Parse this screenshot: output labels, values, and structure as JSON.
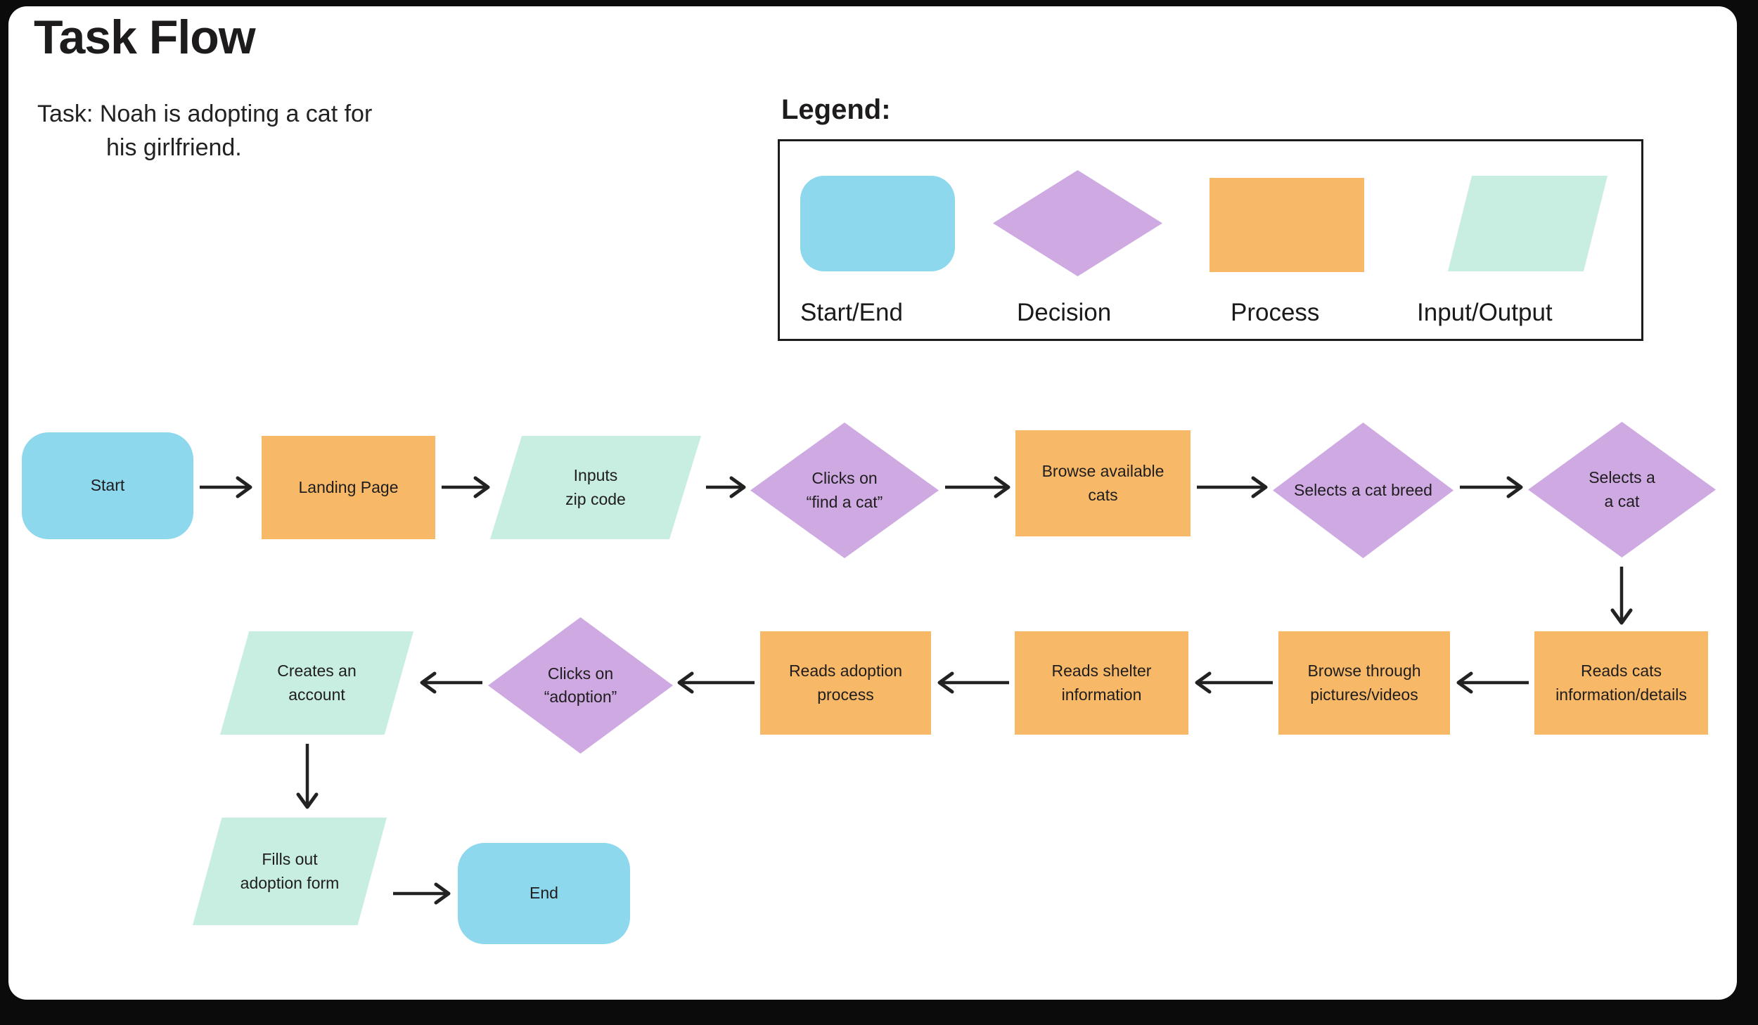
{
  "header": {
    "title": "Task Flow",
    "task_label": "Task:",
    "task_line1": "Noah is adopting a cat for",
    "task_line2": "his girlfriend."
  },
  "legend": {
    "title": "Legend:",
    "items": [
      {
        "shape": "rounded-rectangle",
        "label": "Start/End"
      },
      {
        "shape": "diamond",
        "label": "Decision"
      },
      {
        "shape": "rectangle",
        "label": "Process"
      },
      {
        "shape": "parallelogram",
        "label": "Input/Output"
      }
    ]
  },
  "flow": {
    "nodes": [
      {
        "id": "start",
        "type": "startEnd",
        "label": "Start"
      },
      {
        "id": "landing-page",
        "type": "process",
        "label": "Landing Page"
      },
      {
        "id": "inputs-zip-code",
        "type": "inputOutput",
        "label": "Inputs\nzip code"
      },
      {
        "id": "clicks-find-a-cat",
        "type": "decision",
        "label": "Clicks on\n“find a cat”"
      },
      {
        "id": "browse-available-cats",
        "type": "process",
        "label": "Browse available\ncats"
      },
      {
        "id": "selects-a-cat-breed",
        "type": "decision",
        "label": "Selects a cat breed"
      },
      {
        "id": "selects-a-cat",
        "type": "decision",
        "label": "Selects a\na cat"
      },
      {
        "id": "reads-cats-information",
        "type": "process",
        "label": "Reads cats\ninformation/details"
      },
      {
        "id": "browse-pictures-videos",
        "type": "process",
        "label": "Browse through\npictures/videos"
      },
      {
        "id": "reads-shelter-information",
        "type": "process",
        "label": "Reads shelter\ninformation"
      },
      {
        "id": "reads-adoption-process",
        "type": "process",
        "label": "Reads adoption\nprocess"
      },
      {
        "id": "clicks-adoption",
        "type": "decision",
        "label": "Clicks on\n“adoption”"
      },
      {
        "id": "creates-an-account",
        "type": "inputOutput",
        "label": "Creates an\naccount"
      },
      {
        "id": "fills-out-adoption-form",
        "type": "inputOutput",
        "label": "Fills out\nadoption form"
      },
      {
        "id": "end",
        "type": "startEnd",
        "label": "End"
      }
    ],
    "edges": [
      {
        "from": "start",
        "to": "landing-page"
      },
      {
        "from": "landing-page",
        "to": "inputs-zip-code"
      },
      {
        "from": "inputs-zip-code",
        "to": "clicks-find-a-cat"
      },
      {
        "from": "clicks-find-a-cat",
        "to": "browse-available-cats"
      },
      {
        "from": "browse-available-cats",
        "to": "selects-a-cat-breed"
      },
      {
        "from": "selects-a-cat-breed",
        "to": "selects-a-cat"
      },
      {
        "from": "selects-a-cat",
        "to": "reads-cats-information"
      },
      {
        "from": "reads-cats-information",
        "to": "browse-pictures-videos"
      },
      {
        "from": "browse-pictures-videos",
        "to": "reads-shelter-information"
      },
      {
        "from": "reads-shelter-information",
        "to": "reads-adoption-process"
      },
      {
        "from": "reads-adoption-process",
        "to": "clicks-adoption"
      },
      {
        "from": "clicks-adoption",
        "to": "creates-an-account"
      },
      {
        "from": "creates-an-account",
        "to": "fills-out-adoption-form"
      },
      {
        "from": "fills-out-adoption-form",
        "to": "end"
      }
    ]
  },
  "colors": {
    "startEnd": "#8DD8EC",
    "decision": "#CEA9E2",
    "process": "#F7B968",
    "inputOutput": "#C8EDE1",
    "arrow": "#222222",
    "text": "#1F1D1E",
    "frame": "#0B0B0B",
    "canvas": "#FFFFFF"
  }
}
